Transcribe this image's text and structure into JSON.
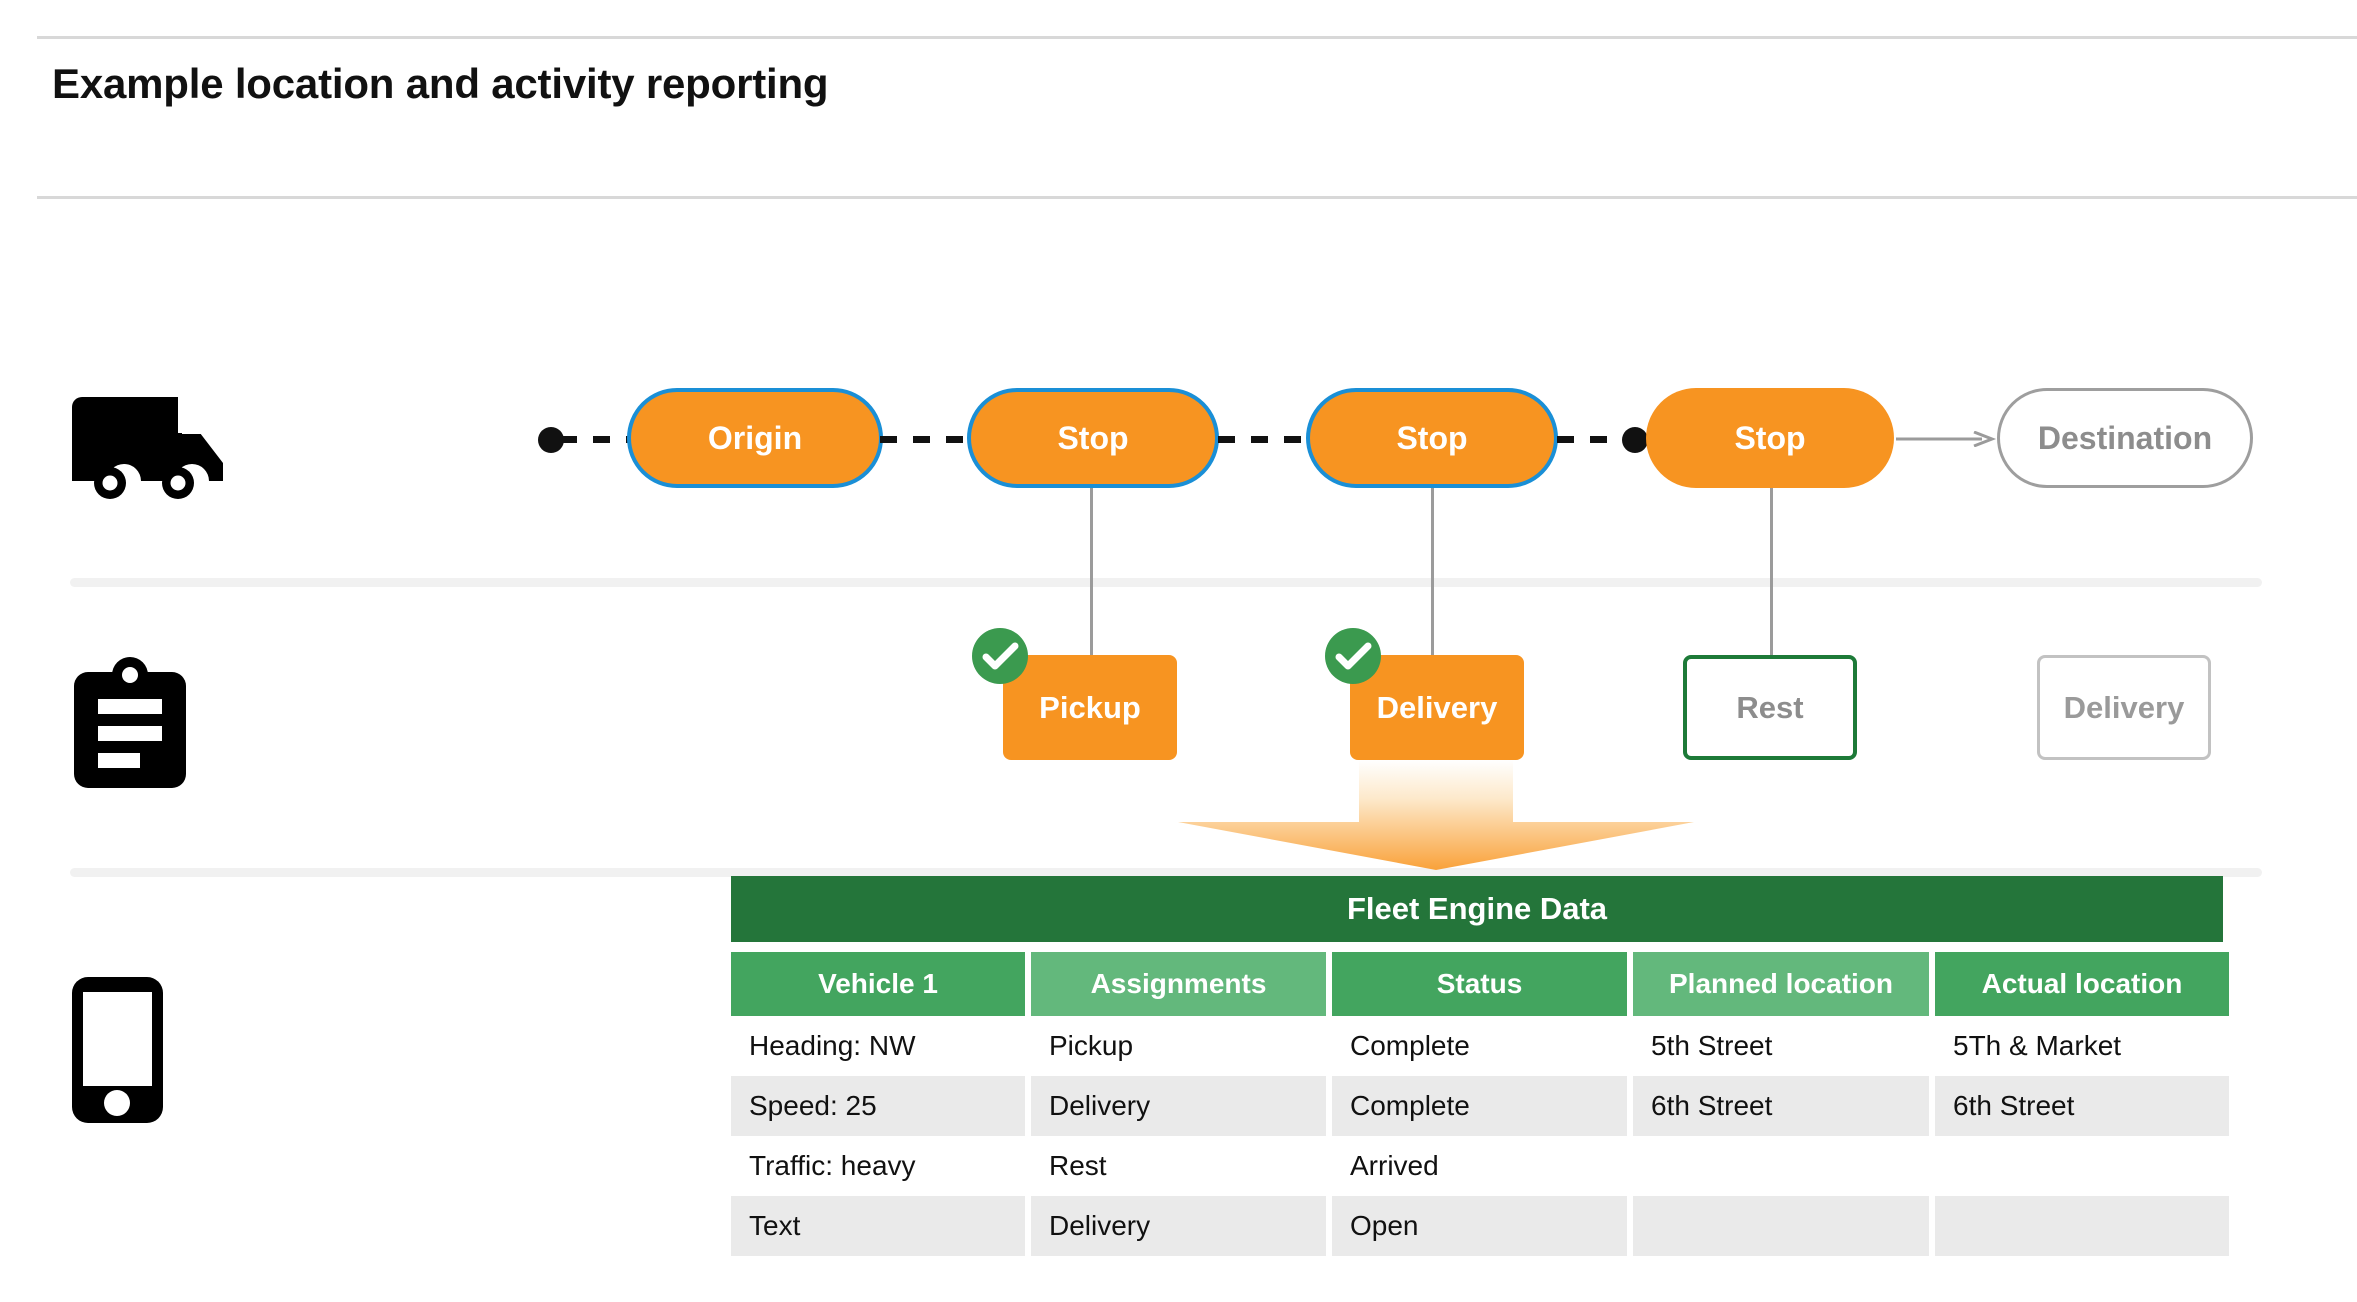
{
  "page": {
    "title": "Example location and activity reporting"
  },
  "icons": {
    "truck": "truck-icon",
    "clipboard": "clipboard-icon",
    "phone": "phone-icon"
  },
  "route": {
    "stops": [
      {
        "label": "Origin",
        "style": "filled-bordered"
      },
      {
        "label": "Stop",
        "style": "filled-bordered"
      },
      {
        "label": "Stop",
        "style": "filled-bordered"
      },
      {
        "label": "Stop",
        "style": "filled"
      },
      {
        "label": "Destination",
        "style": "ghost"
      }
    ]
  },
  "activities": [
    {
      "label": "Pickup",
      "style": "filled",
      "checked": true
    },
    {
      "label": "Delivery",
      "style": "filled",
      "checked": true
    },
    {
      "label": "Rest",
      "style": "outline-green",
      "checked": false
    },
    {
      "label": "Delivery",
      "style": "outline-gray",
      "checked": false
    }
  ],
  "table": {
    "title": "Fleet Engine Data",
    "columns": [
      "Vehicle 1",
      "Assignments",
      "Status",
      "Planned location",
      "Actual location"
    ],
    "rows": [
      [
        "Heading: NW",
        "Pickup",
        "Complete",
        "5th Street",
        "5Th & Market"
      ],
      [
        "Speed: 25",
        "Delivery",
        "Complete",
        "6th Street",
        "6th Street"
      ],
      [
        "Traffic: heavy",
        "Rest",
        "Arrived",
        "",
        ""
      ],
      [
        "Text",
        "Delivery",
        "Open",
        "",
        ""
      ]
    ]
  },
  "colors": {
    "orange": "#f79421",
    "blue_border": "#1a8fd6",
    "dark_green": "#24753a",
    "header_green": "#43a55f",
    "header_green_alt": "#63b87c",
    "check_green": "#3b9a4f",
    "zebra_gray": "#eaeaea",
    "ghost_gray": "#9e9e9e"
  }
}
